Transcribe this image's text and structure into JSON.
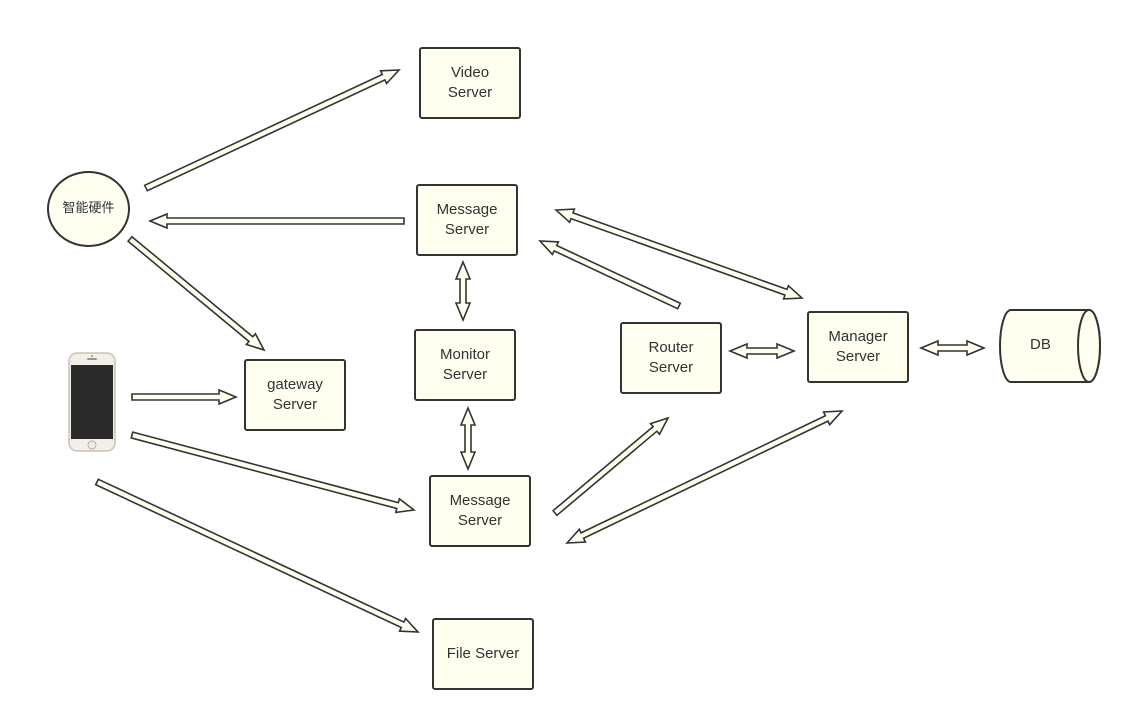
{
  "nodes": {
    "video_server": {
      "line1": "Video",
      "line2": "Server"
    },
    "message_server_top": {
      "line1": "Message",
      "line2": "Server"
    },
    "smart_hardware": {
      "label": "智能硬件"
    },
    "monitor_server": {
      "line1": "Monitor",
      "line2": "Server"
    },
    "gateway_server": {
      "line1": "gateway",
      "line2": "Server"
    },
    "router_server": {
      "line1": "Router",
      "line2": "Server"
    },
    "manager_server": {
      "line1": "Manager",
      "line2": "Server"
    },
    "db": {
      "label": "DB"
    },
    "message_server_bottom": {
      "line1": "Message",
      "line2": "Server"
    },
    "file_server": {
      "label": "File Server"
    },
    "phone": {
      "icon": "smartphone-icon"
    }
  },
  "colors": {
    "node_fill": "#fffff0",
    "stroke": "#333333",
    "text": "#333333",
    "phone_body": "#f2efe8",
    "phone_screen": "#2a2a2a"
  }
}
